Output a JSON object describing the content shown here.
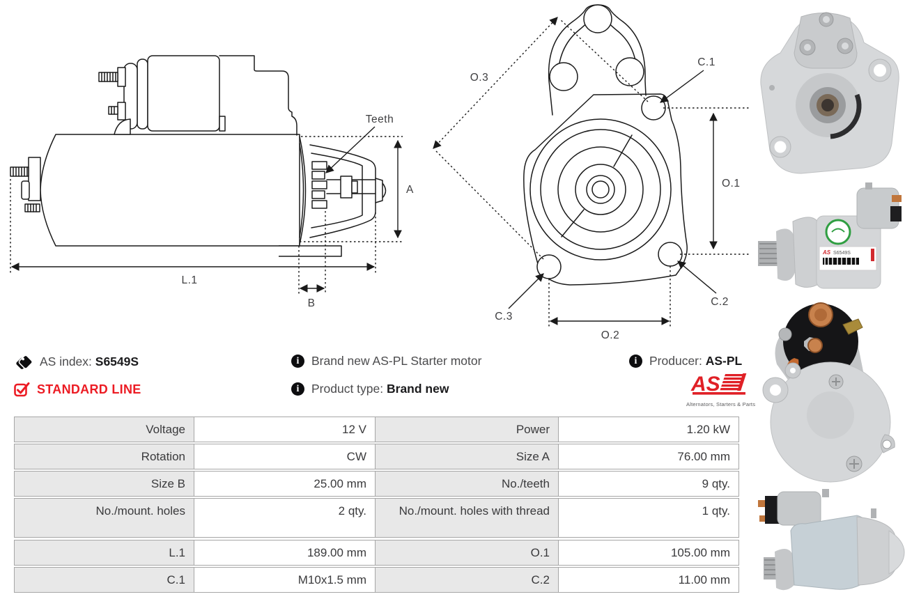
{
  "header_info": {
    "as_index": {
      "label": "AS index:",
      "value": "S6549S"
    },
    "standard_line": "STANDARD LINE",
    "description": "Brand new AS-PL Starter motor",
    "product_type": {
      "label": "Product type:",
      "value": "Brand new"
    },
    "producer": {
      "label": "Producer:",
      "value": "AS-PL"
    }
  },
  "brand_logo": {
    "text": "AS",
    "tagline": "Alternators, Starters & Parts",
    "color": "#e02026"
  },
  "diagrams": {
    "side_view": {
      "teeth": "Teeth",
      "dim_a": "A",
      "dim_b": "B",
      "dim_l1": "L.1"
    },
    "front_view": {
      "dim_o1": "O.1",
      "dim_o2": "O.2",
      "dim_o3": "O.3",
      "dim_c1": "C.1",
      "dim_c2": "C.2",
      "dim_c3": "C.3"
    }
  },
  "photos": {
    "sticker_text": "S6549S",
    "items": [
      "front-flange-view",
      "side-view-with-label",
      "rear-solenoid-view",
      "side-view-2"
    ]
  },
  "spec_table": {
    "rows": [
      {
        "label_left": "Voltage",
        "value_left": "12 V",
        "label_right": "Power",
        "value_right": "1.20 kW"
      },
      {
        "label_left": "Rotation",
        "value_left": "CW",
        "label_right": "Size A",
        "value_right": "76.00 mm"
      },
      {
        "label_left": "Size B",
        "value_left": "25.00 mm",
        "label_right": "No./teeth",
        "value_right": "9 qty."
      },
      {
        "label_left": "No./mount. holes",
        "value_left": "2 qty.",
        "label_right": "No./mount. holes with thread",
        "value_right": "1 qty."
      },
      {
        "label_left": "L.1",
        "value_left": "189.00 mm",
        "label_right": "O.1",
        "value_right": "105.00 mm"
      },
      {
        "label_left": "C.1",
        "value_left": "M10x1.5 mm",
        "label_right": "C.2",
        "value_right": "11.00 mm"
      }
    ]
  },
  "colors": {
    "accent_red": "#ec1c24",
    "table_label_bg": "#e8e8e8",
    "table_border": "#a6a6a6",
    "drawing_line": "#1a1a1a",
    "text": "#3b3b3d"
  }
}
